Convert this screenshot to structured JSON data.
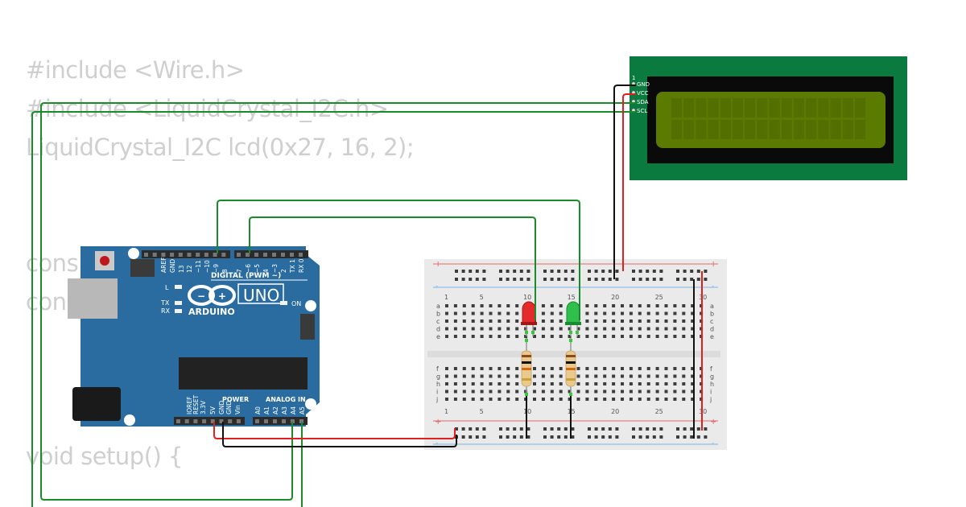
{
  "code": {
    "lines": [
      "#include <Wire.h>",
      "#include <LiquidCrystal_I2C.h>",
      "LiquidCrystal_I2C lcd(0x27, 16, 2);",
      "cons",
      "con",
      "void setup() {"
    ]
  },
  "arduino": {
    "brand": "ARDUINO",
    "model": "UNO",
    "digital_label": "DIGITAL (PWM ~)",
    "power_label": "POWER",
    "analog_label": "ANALOG IN",
    "on_label": "ON",
    "led_l_label": "L",
    "tx_label": "TX",
    "rx_label": "RX",
    "top_pins": [
      "AREF",
      "GND",
      "13",
      "12",
      "~11",
      "~10",
      "~9",
      "8",
      "7",
      "~6",
      "~5",
      "4",
      "~3",
      "2",
      "TX 1",
      "RX 0"
    ],
    "power_pins": [
      "IOREF",
      "RESET",
      "3.3V",
      "5V",
      "GND",
      "GND",
      "Vin"
    ],
    "analog_pins": [
      "A0",
      "A1",
      "A2",
      "A3",
      "A4",
      "A5"
    ],
    "board_color": "#2a6c9f"
  },
  "lcd": {
    "pin_header": "1",
    "pins": [
      "GND",
      "VCC",
      "SDA",
      "SCL"
    ],
    "pcb_color": "#0b7a3e",
    "screen_color": "#5a7a00"
  },
  "breadboard": {
    "column_numbers": [
      "1",
      "5",
      "10",
      "15",
      "20",
      "25",
      "30"
    ],
    "rows_top": [
      "a",
      "b",
      "c",
      "d",
      "e"
    ],
    "rows_bottom": [
      "f",
      "g",
      "h",
      "i",
      "j"
    ],
    "plus": "+",
    "minus": "-"
  },
  "leds": [
    {
      "color": "red",
      "hex": "#e32b2b"
    },
    {
      "color": "green",
      "hex": "#2fbf4a"
    }
  ],
  "wires": {
    "green": "#1a8a2a",
    "red": "#e02020",
    "black": "#111111"
  }
}
